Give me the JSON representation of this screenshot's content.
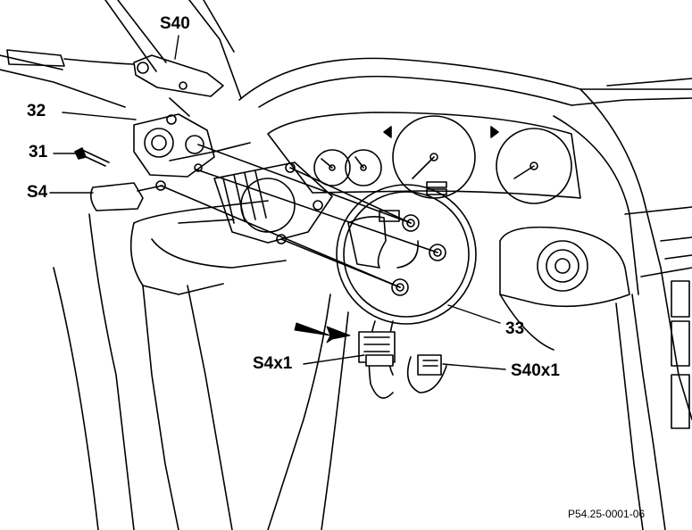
{
  "labels": {
    "s40": "S40",
    "n32": "32",
    "n31": "31",
    "s4": "S4",
    "n33": "33",
    "s4x1": "S4x1",
    "s40x1": "S40x1"
  },
  "reference": "P54.25-0001-06",
  "colors": {
    "line": "#000000",
    "background": "#ffffff"
  }
}
